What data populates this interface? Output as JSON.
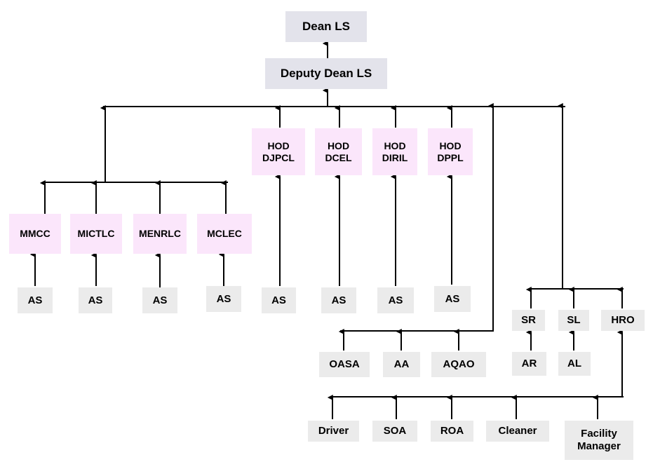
{
  "colors": {
    "line": "#000000",
    "gray_box": "#ebebeb",
    "pink_box": "#fbe6fb",
    "top_box": "#e3e3eb"
  },
  "boxes": {
    "dean": "Dean LS",
    "deputy_dean": "Deputy Dean LS",
    "mmcc": "MMCC",
    "mictlc": "MICTLC",
    "menrlc": "MENRLC",
    "mclec": "MCLEC",
    "as_mmcc": "AS",
    "as_mictlc": "AS",
    "as_menrlc": "AS",
    "as_mclec": "AS",
    "hod_djpcl": "HOD\nDJPCL",
    "hod_dcel": "HOD\nDCEL",
    "hod_diril": "HOD\nDIRIL",
    "hod_dppl": "HOD\nDPPL",
    "as_djpcl": "AS",
    "as_dcel": "AS",
    "as_diril": "AS",
    "as_dppl": "AS",
    "oasa": "OASA",
    "aa": "AA",
    "aqao": "AQAO",
    "sr": "SR",
    "sl": "SL",
    "hro": "HRO",
    "ar": "AR",
    "al": "AL",
    "driver": "Driver",
    "soa": "SOA",
    "roa": "ROA",
    "cleaner": "Cleaner",
    "facility_manager": "Facility\nManager"
  }
}
